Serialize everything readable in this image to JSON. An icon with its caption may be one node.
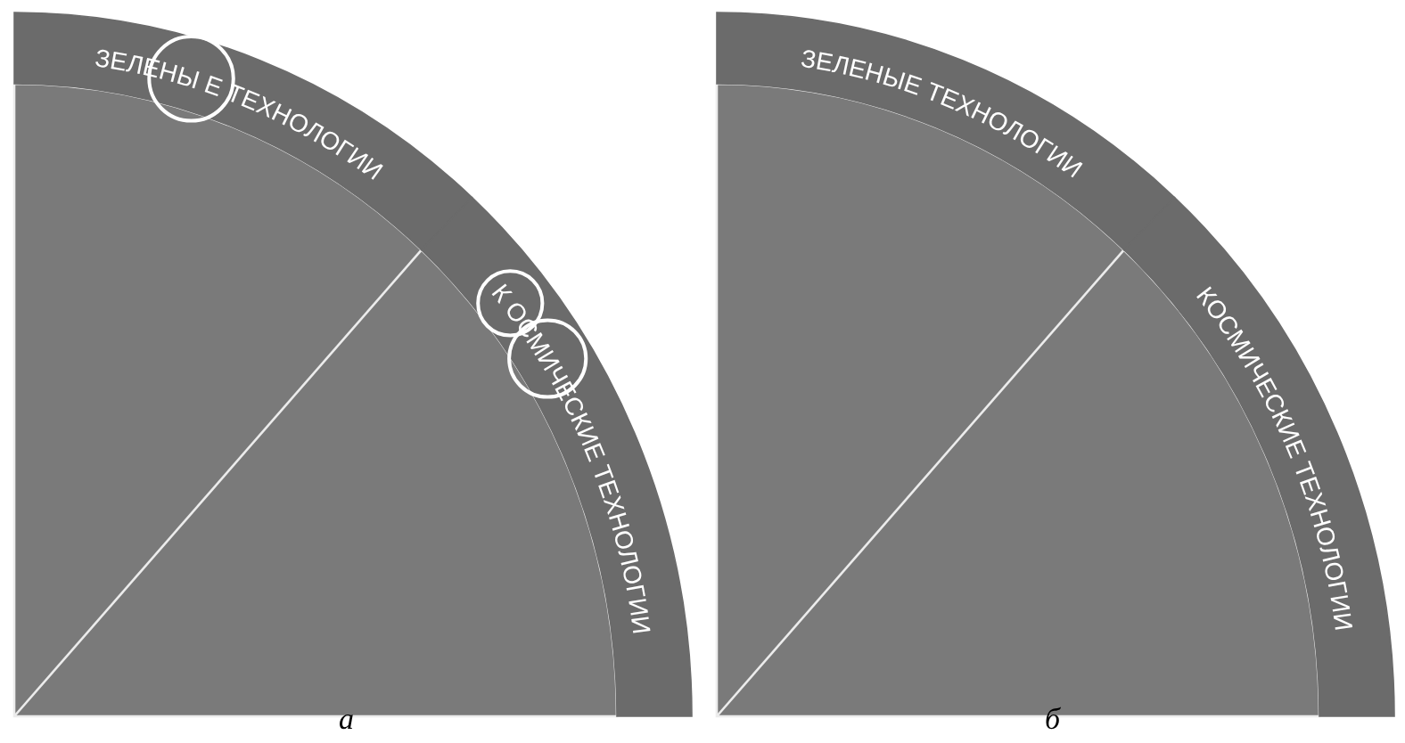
{
  "diagram": {
    "nodes": [
      {
        "text": [
          "ЗЕЛЕНЫ Е ТЕХНОЛОГИИ"
        ]
      },
      {
        "text": [
          "К ОСМИЧЕСКИЕ ТЕХНОЛОГИИ"
        ]
      },
      {
        "text": [
          "ЗЕЛЕНЫЕ ТЕХНОЛОГИИ"
        ]
      },
      {
        "text": [
          "КОСМИЧЕСКИЕ ТЕХНОЛОГИИ"
        ]
      }
    ],
    "labels": [
      "а",
      "б"
    ]
  }
}
